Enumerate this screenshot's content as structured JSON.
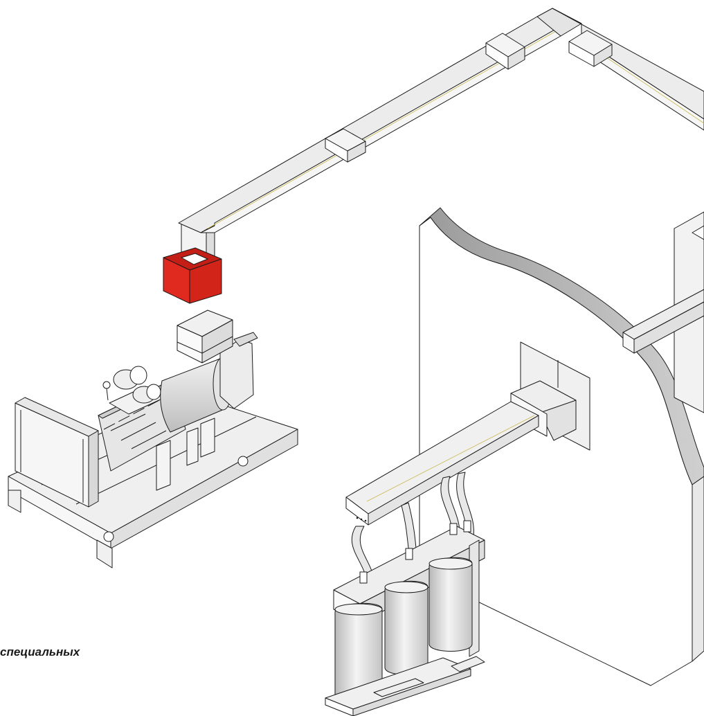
{
  "caption": {
    "text": "специальных"
  },
  "colors": {
    "highlight": "#e0291f",
    "outline": "#1a1a1a",
    "duct_face": "#f2f2f2",
    "duct_top": "#e8e8e8",
    "wall": "#ffffff",
    "wall_edge": "#b4b4b4",
    "coil": "#d6d6d6",
    "accent_line": "#c9b84a"
  },
  "components": [
    "busbar-trunking",
    "red-adapter-box",
    "diesel-generator-set",
    "wall-section",
    "wall-flange",
    "transformer",
    "switchgear-cabinet"
  ]
}
